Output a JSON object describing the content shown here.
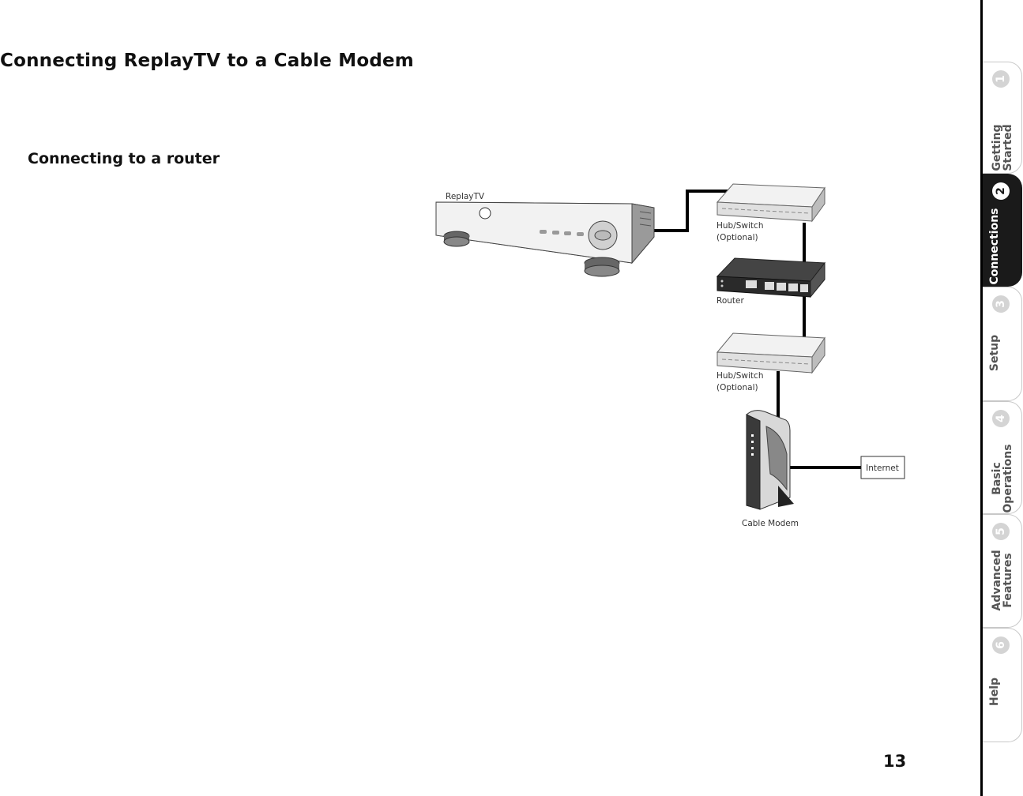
{
  "page": {
    "title": "Connecting ReplayTV to a Cable Modem",
    "section_title": "Connecting to a router",
    "page_number": "13"
  },
  "diagram": {
    "replaytv_label": "ReplayTV",
    "hub1_label_line1": "Hub/Switch",
    "hub1_label_line2": "(Optional)",
    "router_label": "Router",
    "hub2_label_line1": "Hub/Switch",
    "hub2_label_line2": "(Optional)",
    "cable_modem_label": "Cable Modem",
    "internet_label": "Internet"
  },
  "tabs": [
    {
      "num": "1",
      "label": "Getting\nStarted",
      "active": false
    },
    {
      "num": "2",
      "label": "Connections",
      "active": true
    },
    {
      "num": "3",
      "label": "Setup",
      "active": false
    },
    {
      "num": "4",
      "label": "Basic\nOperations",
      "active": false
    },
    {
      "num": "5",
      "label": "Advanced\nFeatures",
      "active": false
    },
    {
      "num": "6",
      "label": "Help",
      "active": false
    }
  ]
}
